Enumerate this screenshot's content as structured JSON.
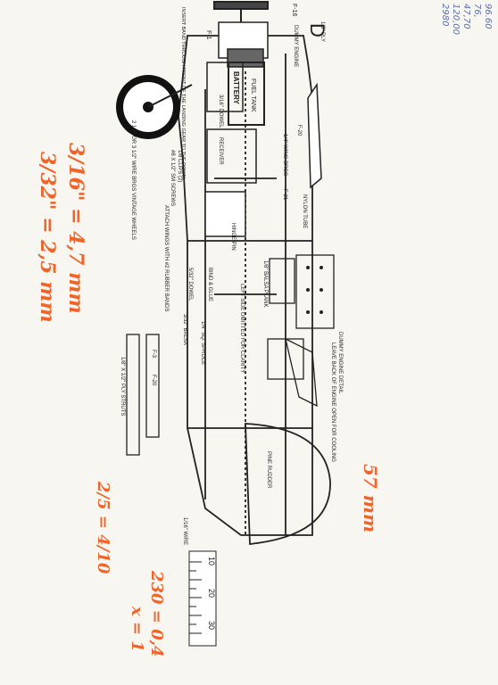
{
  "plan_labels": {
    "former_f1": "F-1",
    "former_f16": "F-16",
    "dummy_engine": "DUMMY ENGINE",
    "ply_1_8": "1/8\" PLY",
    "d_mark": "D",
    "battery": "BATTERY",
    "fuel_tank": "FUEL TANK",
    "dowel_316": "3/16\" DOWEL",
    "receiver": "RECEIVER",
    "wing_brgs_14": "1/4\" WING BRGS",
    "clips": "1/8 CLIPS (2)",
    "screws": "#8 X 1/2\" SM SCREWS",
    "wheels": "2 1/2\" OR 3 1/2\" WIRE BRGS VINTAGE WHEELS",
    "attach_wings": "ATTACH WINGS WITH #2 RUBBER BANDS",
    "wing_note": "INSERT BAND THROUGH FRONT OF THE LANDING GEAR TO THE DOWEL",
    "hinge_pin": "HINGE PIN",
    "dowel_532": "5/32\" DOWEL",
    "bind_glue": "BIND & GLUE",
    "balsa_332": "3/32\" BALSA",
    "sq_spruce": "1/4\" SQ. SPRUCE",
    "left_side": "LEFT SIDE OMITTED FOR CLARITY",
    "former_f20": "F-20",
    "former_f21": "F-21",
    "balsa_plank": "1/8\" BALSA PLANK",
    "nylon_tube": "NYLON TUBE",
    "dummy_engine_detail": "DUMMY ENGINE DETAIL",
    "engine_note": "LEAVE BACK OF ENGINE OPEN FOR COOLING",
    "struts": "1/8\" X 1/2\" PLY STRUTS",
    "former_f20b": "F-20",
    "former_f3": "F-3",
    "pine_rudder": "PINE RUDDER",
    "wire": "1/16\" WIRE",
    "scale_10": "10",
    "scale_20": "20",
    "scale_30": "30"
  },
  "annotations": {
    "handwritten_1": "3/16\" = 4,7 mm",
    "handwritten_2": "3/32\" = 2,5 mm",
    "handwritten_3": "2/5 = 4/10",
    "handwritten_4": "230 = 0,4",
    "handwritten_5": "x = 1",
    "handwritten_6": "57 mm",
    "pencil_1": "96.60",
    "pencil_2": "76,",
    "pencil_3": "47,70",
    "pencil_4": "120,00",
    "pencil_5": "2980"
  },
  "colors": {
    "paper": "#f7f6f1",
    "ink": "#222222",
    "hand_orange": "#f0642a",
    "pencil_blue": "#5a6fb0"
  }
}
